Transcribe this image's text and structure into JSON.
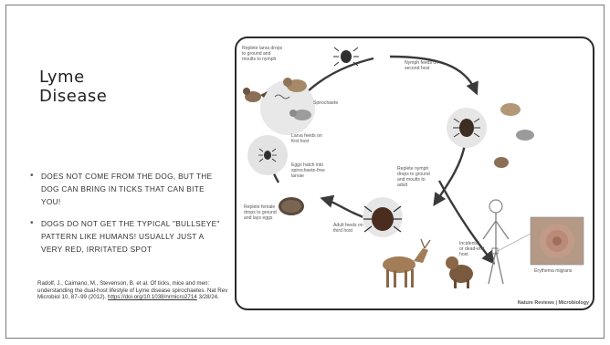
{
  "slide": {
    "title_line1": "Lyme",
    "title_line2": "Disease",
    "bullets": [
      "Does NOT come from the dog, but the dog can bring in ticks that can bite you!",
      "Dogs do not get the typical \"bullseye\" pattern like humans! Usually just a very red, irritated spot"
    ],
    "citation": {
      "text": "Radolf, J., Caimano, M., Stevenson, B. et al. Of ticks, mice and men: understanding the dual-host lifestyle of Lyme disease spirochaetes. Nat Rev Microbiol 10, 87–99 (2012). ",
      "doi": "https://doi.org/10.1038/nrmicro2714",
      "date": "3/28/24."
    }
  },
  "figure": {
    "labels": {
      "larva_drops": [
        "Replete larva drops",
        "to ground and",
        "moults to nymph"
      ],
      "nymph_feeds": [
        "Nymph feeds on",
        "second host"
      ],
      "spirochaete": "Spirochaete",
      "larva_feeds": [
        "Larva feeds on",
        "first host"
      ],
      "eggs_hatch": [
        "Eggs hatch into",
        "spirochaete-free",
        "larvae"
      ],
      "nymph_drops": [
        "Replete nymph",
        "drops to ground",
        "and moults to",
        "adult"
      ],
      "female_drops": [
        "Replete female",
        "drops to ground",
        "and lays eggs"
      ],
      "adult_feeds": [
        "Adult feeds on",
        "third host"
      ],
      "incidental": [
        "Incidental",
        "or dead-end",
        "host"
      ],
      "erythema": "Erythema migrans"
    },
    "credit": "Nature Reviews | Microbiology"
  }
}
